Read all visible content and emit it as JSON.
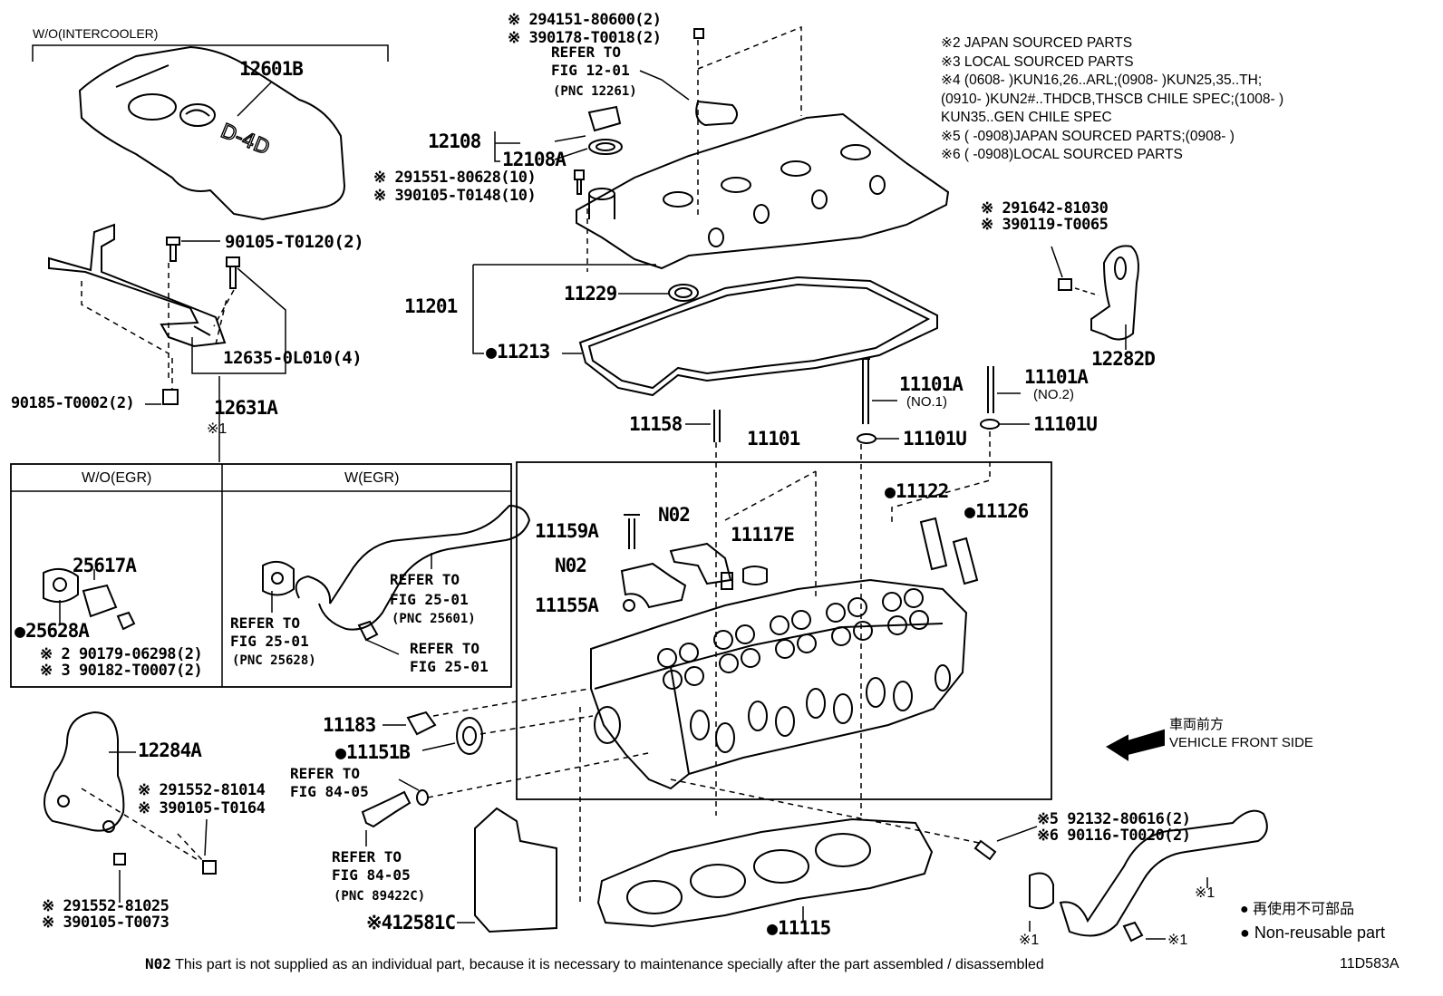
{
  "legend_notes": [
    "※2 JAPAN SOURCED PARTS",
    "※3 LOCAL SOURCED PARTS",
    "※4 (0608-       )KUN16,26..ARL;(0908-       )KUN25,35..TH;",
    "(0910-       )KUN2#..THDCB,THSCB CHILE SPEC;(1008-       )",
    "KUN35..GEN CHILE SPEC",
    "※5 (       -0908)JAPAN SOURCED PARTS;(0908-       )",
    "※6 (       -0908)LOCAL SOURCED PARTS"
  ],
  "section_labels": {
    "wo_intercooler": "W/O(INTERCOOLER)",
    "wo_egr": "W/O(EGR)",
    "w_egr": "W(EGR)"
  },
  "parts": {
    "p12601B": "12601B",
    "p90105_T0120": "90105-T0120(2)",
    "p12635": "12635-0L010(4)",
    "p90185": "90185-T0002(2)",
    "p12631A": "12631A",
    "note1_top": "※1",
    "p294151": "※ 294151-80600(2)",
    "p390178": "※ 390178-T0018(2)",
    "refer_12": "REFER TO",
    "fig_12": "FIG 12-01",
    "pnc_12261": "(PNC 12261)",
    "p12108": "12108",
    "p12108A": "12108A",
    "p291551": "※ 291551-80628(10)",
    "p390105_T0148": "※ 390105-T0148(10)",
    "p291642": "※ 291642-81030",
    "p390119": "※ 390119-T0065",
    "p12282D": "12282D",
    "p11201": "11201",
    "p11229": "11229",
    "p11213": "11213",
    "p11101A_1": "11101A",
    "no1": "(NO.1)",
    "p11101A_2": "11101A",
    "no2": "(NO.2)",
    "p11158": "11158",
    "p11101": "11101",
    "p11101U_1": "11101U",
    "p11101U_2": "11101U",
    "p11122": "11122",
    "p11126": "11126",
    "p11159A": "11159A",
    "pN02_a": "N02",
    "pN02_b": "N02",
    "p11117E": "11117E",
    "p11155A": "11155A",
    "p25617A": "25617A",
    "p25628A": "25628A",
    "p90179": "※ 2 90179-06298(2)",
    "p90182": "※ 3 90182-T0007(2)",
    "refer_25a": "REFER TO",
    "fig_25a": "FIG 25-01",
    "pnc_25601": "(PNC 25601)",
    "refer_25b": "REFER TO",
    "fig_25b": "FIG 25-01",
    "pnc_25628": "(PNC 25628)",
    "refer_25c": "REFER TO",
    "fig_25c": "FIG 25-01",
    "p11183": "11183",
    "p11151B": "11151B",
    "refer_84a": "REFER TO",
    "fig_84a": "FIG 84-05",
    "refer_84b": "REFER TO",
    "fig_84b": "FIG 84-05",
    "pnc_89422C": "(PNC 89422C)",
    "p12284A": "12284A",
    "p291552_81014": "※ 291552-81014",
    "p390105_T0164": "※ 390105-T0164",
    "p291552_81025": "※ 291552-81025",
    "p390105_T0073": "※ 390105-T0073",
    "p12581C": "※412581C",
    "p11115": "11115",
    "p92132": "※5 92132-80616(2)",
    "p90116": "※6 90116-T0020(2)",
    "note1_a": "※1",
    "note1_b": "※1",
    "note1_c": "※1"
  },
  "front_side": {
    "jp": "車両前方",
    "en": "VEHICLE FRONT SIDE"
  },
  "non_reusable": {
    "jp": "再使用不可部品",
    "en": "Non-reusable part"
  },
  "footer": {
    "n02_code": "N02",
    "note": "This part is not supplied as an individual part, because it is necessary to maintenance specially after the part assembled / disassembled",
    "diagram_id": "11D583A"
  }
}
